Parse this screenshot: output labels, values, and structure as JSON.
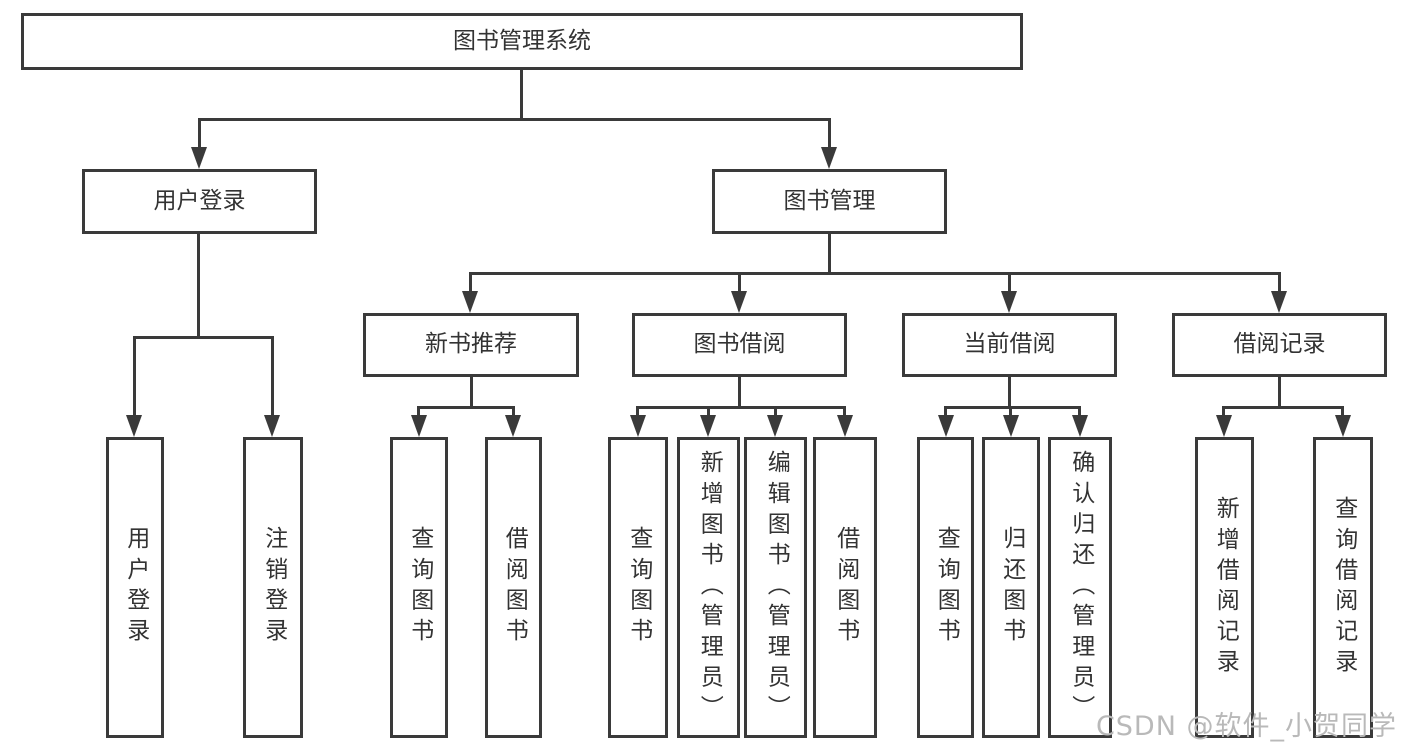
{
  "colors": {
    "line": "#3a3a3a",
    "text": "#333333",
    "watermark": "#b9b9b9",
    "background": "#ffffff"
  },
  "watermark": {
    "text": "CSDN @软件_小贺同学"
  },
  "diagram": {
    "root": "图书管理系统",
    "user_login": {
      "label": "用户登录",
      "children": {
        "login": "用户登录",
        "logout": "注销登录"
      }
    },
    "book_mgmt": {
      "label": "图书管理",
      "new_book": {
        "label": "新书推荐",
        "children": {
          "query": "查询图书",
          "borrow": "借阅图书"
        }
      },
      "book_borrow": {
        "label": "图书借阅",
        "children": {
          "query": "查询图书",
          "add": "新增图书（管理员）",
          "edit": "编辑图书（管理员）",
          "borrow": "借阅图书"
        }
      },
      "current_borrow": {
        "label": "当前借阅",
        "children": {
          "query": "查询图书",
          "return_book": "归还图书",
          "confirm": "确认归还（管理员）"
        }
      },
      "borrow_record": {
        "label": "借阅记录",
        "children": {
          "add": "新增借阅记录",
          "query": "查询借阅记录"
        }
      }
    }
  }
}
